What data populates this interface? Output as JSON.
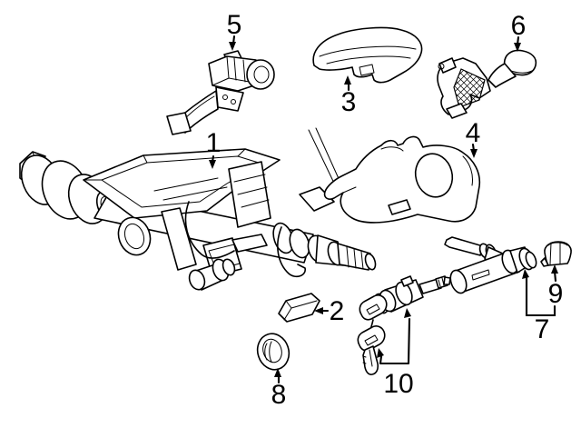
{
  "diagram": {
    "background": "#ffffff",
    "line_color": "#000000",
    "callouts": [
      {
        "label": "1"
      },
      {
        "label": "2"
      },
      {
        "label": "3"
      },
      {
        "label": "4"
      },
      {
        "label": "5"
      },
      {
        "label": "6"
      },
      {
        "label": "7"
      },
      {
        "label": "8"
      },
      {
        "label": "9"
      },
      {
        "label": "10"
      }
    ]
  }
}
